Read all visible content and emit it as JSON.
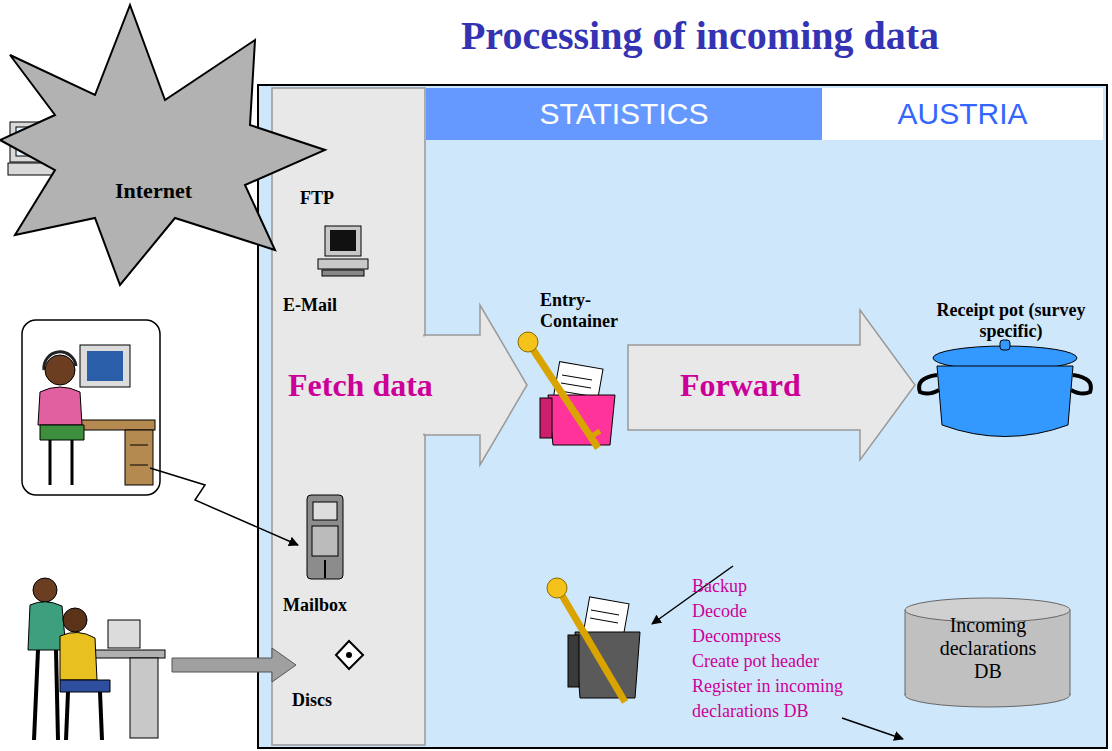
{
  "diagram": {
    "title": "Processing of incoming data",
    "nodes": [
      {
        "text": [
          "Internet"
        ]
      },
      {
        "text": [
          "STATISTICS",
          "AUSTRIA"
        ]
      },
      {
        "text": [
          "FTP",
          "E-Mail",
          "Mailbox",
          "Discs"
        ],
        "in": 1
      },
      {
        "text": [
          "Fetch data"
        ],
        "in": 1
      },
      {
        "text": [
          "Entry- Container"
        ],
        "in": 1
      },
      {
        "text": [
          "Forward"
        ],
        "in": 1
      },
      {
        "text": [
          "Receipt pot (survey specific)"
        ],
        "in": 1
      },
      {
        "text": [
          "Incoming declarations DB"
        ],
        "in": 1
      }
    ],
    "labels": [
      "Backup",
      "Decode",
      "Decompress",
      "Create pot header",
      "Register in incoming declarations DB"
    ]
  }
}
